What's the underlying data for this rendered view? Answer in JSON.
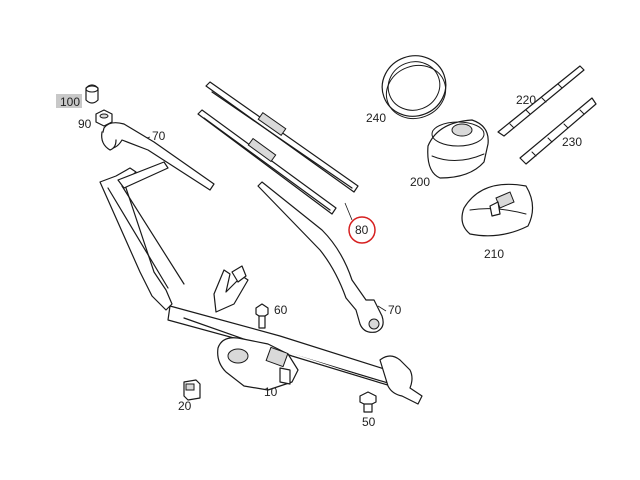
{
  "highlight_color": "#d62020",
  "callout_highlight_color": "#c8c8c8",
  "callouts": {
    "c100": "100",
    "c90": "90",
    "c70a": "70",
    "c70b": "70",
    "c80": "80",
    "c60": "60",
    "c10": "10",
    "c20": "20",
    "c50": "50",
    "c240": "240",
    "c200": "200",
    "c210": "210",
    "c220": "220",
    "c230": "230"
  }
}
